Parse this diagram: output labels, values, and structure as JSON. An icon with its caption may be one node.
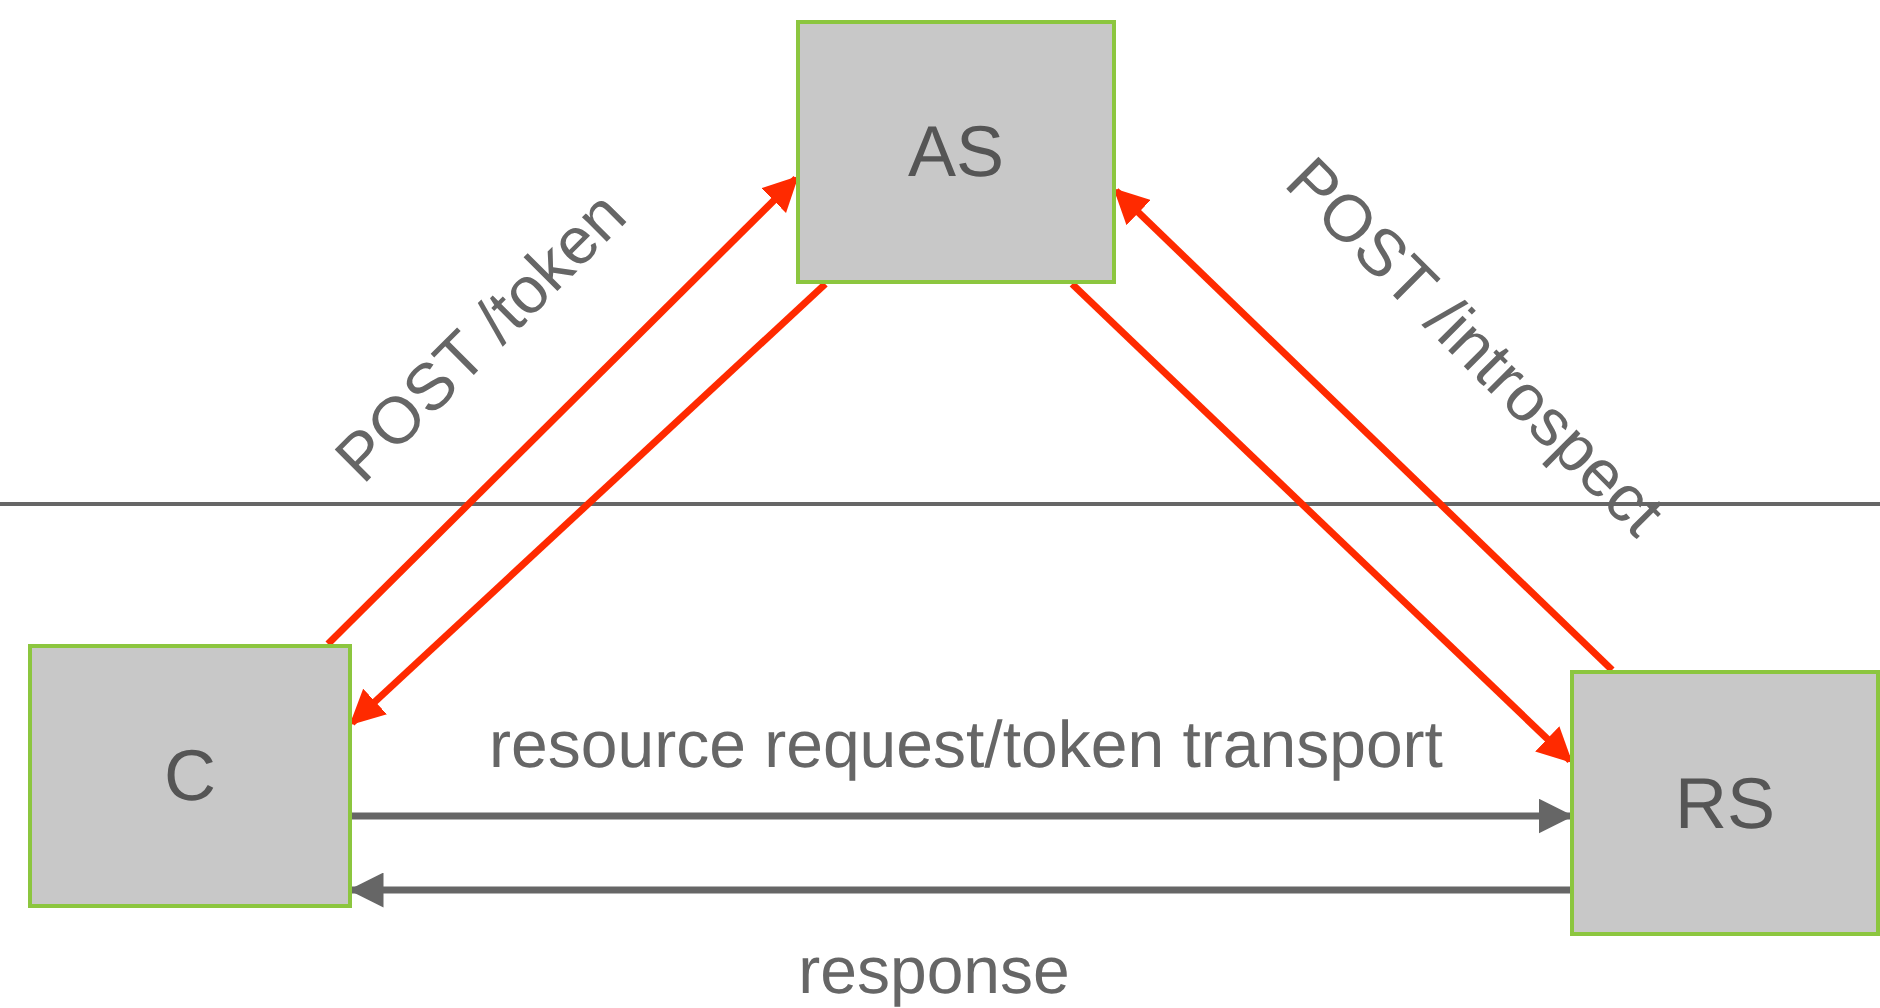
{
  "diagram": {
    "nodes": [
      {
        "text": [
          "AS"
        ]
      },
      {
        "text": [
          "C"
        ]
      },
      {
        "text": [
          "RS"
        ]
      }
    ],
    "edges": [
      {
        "from": 1,
        "to": 0,
        "arrow": "to",
        "label": "POST /token"
      },
      {
        "from": 0,
        "to": 1,
        "arrow": "to"
      },
      {
        "from": 0,
        "to": 2,
        "arrow": "to"
      },
      {
        "from": 2,
        "to": 0,
        "arrow": "to",
        "label": "POST /introspect"
      },
      {
        "from": 1,
        "to": 2,
        "arrow": "to",
        "label": "resource request/token transport",
        "color": "#666666"
      },
      {
        "from": 2,
        "to": 1,
        "arrow": "to",
        "label": "response",
        "color": "#666666"
      }
    ]
  }
}
